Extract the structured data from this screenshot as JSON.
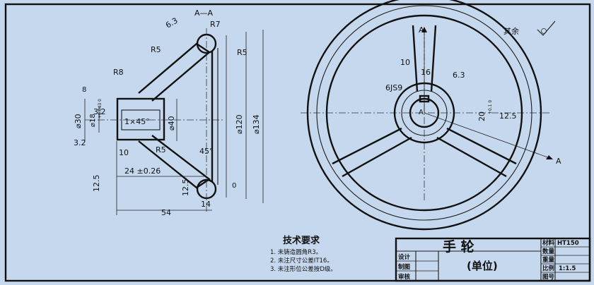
{
  "colors": {
    "background": "#c6d8ee",
    "ink": "#111111"
  },
  "section_label": "A—A",
  "section_dims": {
    "r7": "R7",
    "r5_top_right": "R5",
    "r5_left": "R5",
    "r8": "R8",
    "r5_bottom": "R5",
    "rough_6_3": "6.3",
    "rough_3_2_a": "3.2",
    "rough_3_2_b": "3.2",
    "rough_12_5": "12.5",
    "rough_12_5_b": "12.5",
    "dim_8": "8",
    "dia_30": "⌀30",
    "dia_18": "⌀18",
    "dia_18_tol": "+0.043 0",
    "chamfer": "1×45°",
    "dia_40": "⌀40",
    "dim_10": "10",
    "dim_24": "24 ±0.26",
    "dim_54": "54",
    "dim_14": "14",
    "angle_45": "45°",
    "dia_120": "⌀120",
    "dia_134": "⌀134",
    "dim_0": "0"
  },
  "front_dims": {
    "label_a_top": "A",
    "label_a_bottom": "A",
    "label_a_center": "A",
    "dim_10": "10",
    "dim_16": "16",
    "rough_6_3": "6.3",
    "keyway": "6JS9",
    "dim_20": "20",
    "dim_20_tol": "+0.1 0",
    "rough_12_5": "12.5"
  },
  "surface_note": "其余",
  "tech_requirements": {
    "heading": "技术要求",
    "items": [
      "1. 未铸造圆角R3。",
      "2. 未注尺寸公差IT16。",
      "3. 未注形位公差按D级。"
    ]
  },
  "title_block": {
    "part_name": "手    轮",
    "unit": "(单位)",
    "row_labels": [
      "设计",
      "制图",
      "审核"
    ],
    "right_labels": [
      "材料",
      "数量",
      "重量",
      "比例",
      "图号"
    ],
    "material": "HT150",
    "scale": "1:1.5"
  }
}
